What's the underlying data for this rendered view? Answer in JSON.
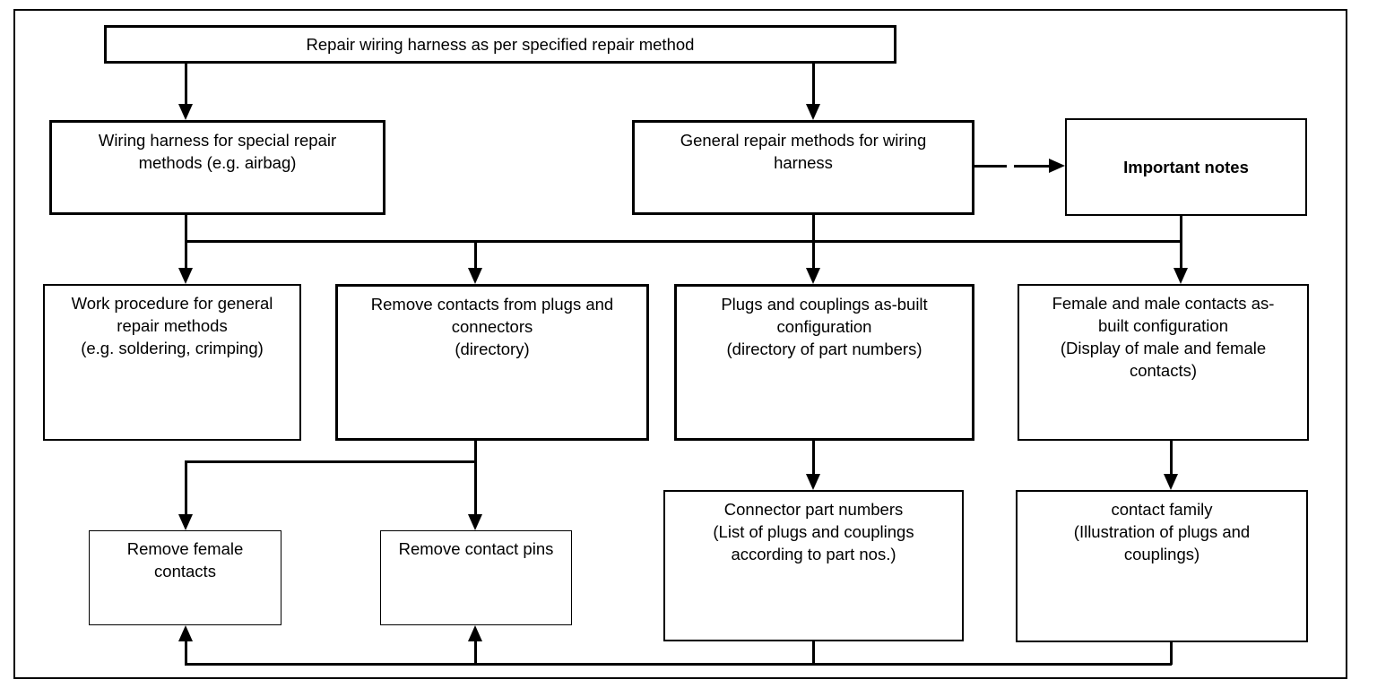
{
  "diagram": {
    "colors": {
      "line": "#000000",
      "background": "#ffffff"
    },
    "nodes": {
      "root": {
        "label": "Repair wiring harness as per specified repair method"
      },
      "special_repair": {
        "label": "Wiring harness for special repair\nmethods (e.g. airbag)"
      },
      "general_repair": {
        "label": "General repair methods for wiring\nharness"
      },
      "important_notes": {
        "label": "Important notes"
      },
      "work_procedure": {
        "label": "Work procedure for general\nrepair methods\n(e.g. soldering, crimping)"
      },
      "remove_contacts": {
        "label": "Remove contacts from plugs and\nconnectors\n(directory)"
      },
      "plugs_couplings": {
        "label": "Plugs and couplings as-built\nconfiguration\n(directory of part numbers)"
      },
      "female_male_contacts": {
        "label": "Female and male contacts as-\nbuilt configuration\n(Display of male and female\ncontacts)"
      },
      "remove_female": {
        "label": "Remove female\ncontacts"
      },
      "remove_pins": {
        "label": "Remove contact pins"
      },
      "connector_numbers": {
        "label": "Connector part numbers\n(List of plugs and couplings\naccording to part nos.)"
      },
      "contact_family": {
        "label": "contact family\n(Illustration of plugs and\ncouplings)"
      }
    }
  }
}
